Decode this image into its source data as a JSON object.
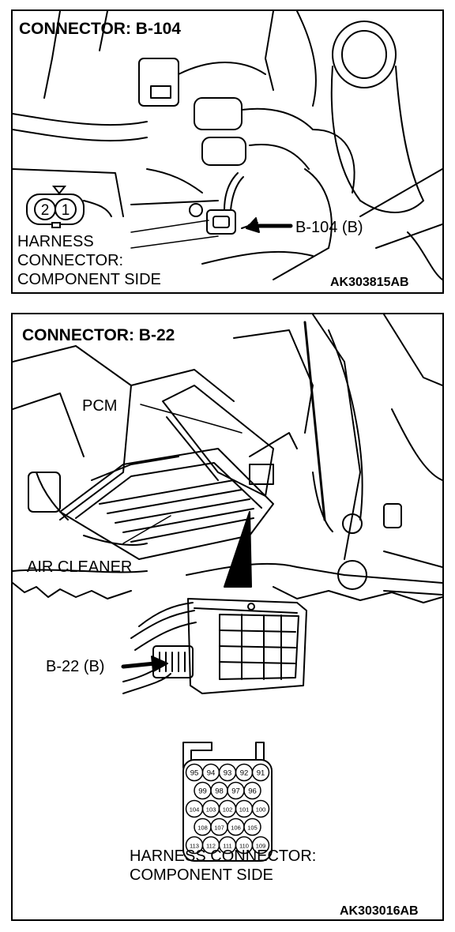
{
  "top_panel": {
    "title": "CONNECTOR: B-104",
    "pin_labels": [
      "2",
      "1"
    ],
    "harness_label_lines": [
      "HARNESS",
      "CONNECTOR:",
      "COMPONENT SIDE"
    ],
    "callout": "B-104 (B)",
    "figure_code": "AK303815AB"
  },
  "bottom_panel": {
    "title": "CONNECTOR: B-22",
    "pcm_label": "PCM",
    "air_cleaner_label": "AIR CLEANER",
    "callout": "B-22 (B)",
    "pin_rows": [
      [
        "95",
        "94",
        "93",
        "92",
        "91"
      ],
      [
        "99",
        "98",
        "97",
        "96"
      ],
      [
        "104",
        "103",
        "102",
        "101",
        "100"
      ],
      [
        "108",
        "107",
        "106",
        "105"
      ],
      [
        "113",
        "112",
        "111",
        "110",
        "109"
      ]
    ],
    "harness_label_lines": [
      "HARNESS CONNECTOR:",
      "COMPONENT SIDE"
    ],
    "figure_code": "AK303016AB"
  }
}
